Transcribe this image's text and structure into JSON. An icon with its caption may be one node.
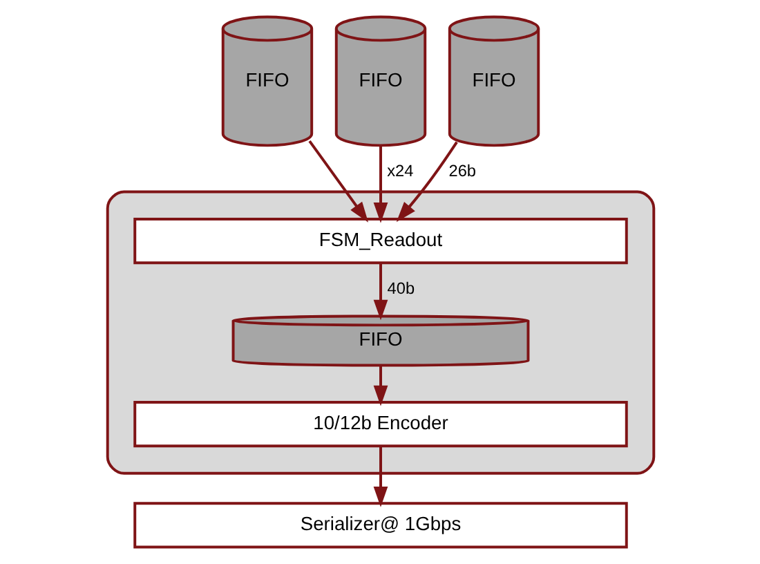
{
  "diagram": {
    "nodes": [
      {
        "text": [],
        "shape": "box"
      },
      {
        "text": [
          "FIFO"
        ]
      },
      {
        "text": [
          "FIFO"
        ]
      },
      {
        "text": [
          "FIFO"
        ]
      },
      {
        "text": [
          "FSM_Readout"
        ],
        "in": 0
      },
      {
        "text": [
          "FIFO"
        ],
        "in": 0
      },
      {
        "text": [
          "10/12b Encoder"
        ],
        "in": 0
      },
      {
        "text": [
          "Serializer@ 1Gbps"
        ]
      }
    ],
    "edges": [
      {
        "from": 1,
        "to": 4,
        "arrow": "to"
      },
      {
        "from": 2,
        "to": 4,
        "arrow": "to",
        "label": "x24"
      },
      {
        "from": 3,
        "to": 4,
        "arrow": "to",
        "label": "26b"
      },
      {
        "from": 4,
        "to": 5,
        "arrow": "to",
        "label": "40b"
      },
      {
        "from": 5,
        "to": 6,
        "arrow": "to"
      },
      {
        "from": 6,
        "to": 7,
        "arrow": "to"
      }
    ]
  }
}
